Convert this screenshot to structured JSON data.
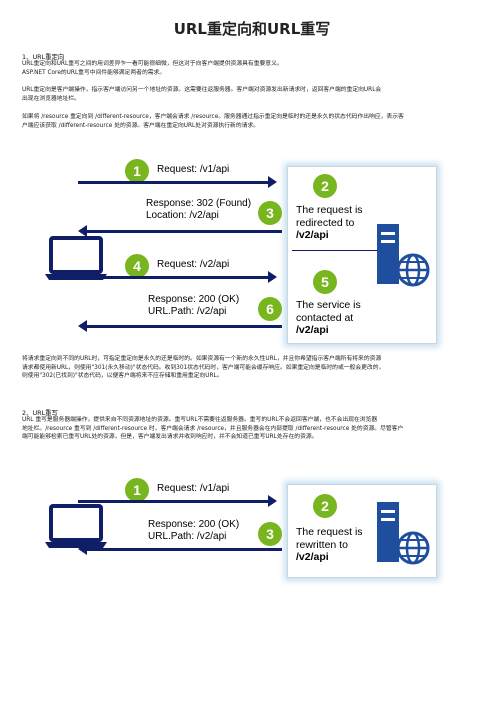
{
  "title": "URL重定向和URL重写",
  "section1": {
    "heading": "1、URL重定向",
    "intro": [
      "URL重定向和URL重写之间的用词差异乍一看可能很细微，但这对于向客户端提供资源具有重要意义。",
      "ASP.NET Core的URL重写中间件能够满足两者的需求。"
    ],
    "p2": [
      "URL重定向是客户端操作，指示客户端访问另一个地址的资源。这需要往返服务器。客户端对资源发出新请求时，返回客户端的重定向URL会",
      "出现在浏览器地址栏。"
    ],
    "p3": [
      "如果将 /resource 重定向到 /different-resource，客户端会请求 /resource。服务器通过指示重定向是临时的还是永久的状态代码作出响应，表示客",
      "户端应该获取 /different-resource 处的资源。客户端在重定向URL处对资源执行新的请求。"
    ],
    "p4": [
      "将请求重定向到不同的URL时，可指定重定向是永久的还是临时的。如果资源有一个新的永久性URL，并且你希望指示客户端所有将来的资源",
      "请求都使用新URL，则使用\"301(永久移动)\"状态代码。收到301状态代码时，客户端可能会缓存响应。如果重定向是临时的或一般会更改的，",
      "则使用\"302(已找到)\"状态代码，以便客户端将来不应存储和重用重定向URL。"
    ]
  },
  "section2": {
    "heading": "2、URL重写",
    "p1": [
      "URL 重写是服务器端操作，提供来自不同资源地址的资源。重写URL不需要往返服务器。重写的URL不会返回客户端，也不会出现在浏览器",
      "地址栏。/resource 重写到 /different-resource 时，客户端会请求 /resource，并且服务器会在内部提取 /different-resource 处的资源。尽管客户",
      "端可能能够检索已重写URL处的资源，但是，客户端发出请求并收到响应时，并不会知道已重写URL处存在的资源。"
    ]
  },
  "diagram1": {
    "steps": [
      "1",
      "2",
      "3",
      "4",
      "5",
      "6"
    ],
    "request1": {
      "prefix": "Request: ",
      "path": "/v1/api"
    },
    "response1": {
      "line1": "Response: 302 (Found)",
      "line2_prefix": "Location: ",
      "line2_path": "/v2/api"
    },
    "request2": {
      "prefix": "Request: ",
      "path": "/v2/api"
    },
    "response2": {
      "line1": "Response: 200 (OK)",
      "line2_prefix": "URL.Path: ",
      "line2_path": "/v2/api"
    },
    "box2": [
      "The request is",
      "redirected to",
      "/v2/api"
    ],
    "box5": [
      "The service is",
      "contacted at",
      "/v2/api"
    ]
  },
  "diagram2": {
    "steps": [
      "1",
      "2",
      "3"
    ],
    "request": {
      "prefix": "Request: ",
      "path": "/v1/api"
    },
    "response": {
      "line1": "Response: 200 (OK)",
      "line2_prefix": "URL.Path: ",
      "line2_path": "/v2/api"
    },
    "box2": [
      "The request is",
      "rewritten to",
      "/v2/api"
    ]
  },
  "colors": {
    "accent_green": "#78b51f",
    "arrow_navy": "#0f1e66",
    "server_blue": "#1f4e9e"
  }
}
